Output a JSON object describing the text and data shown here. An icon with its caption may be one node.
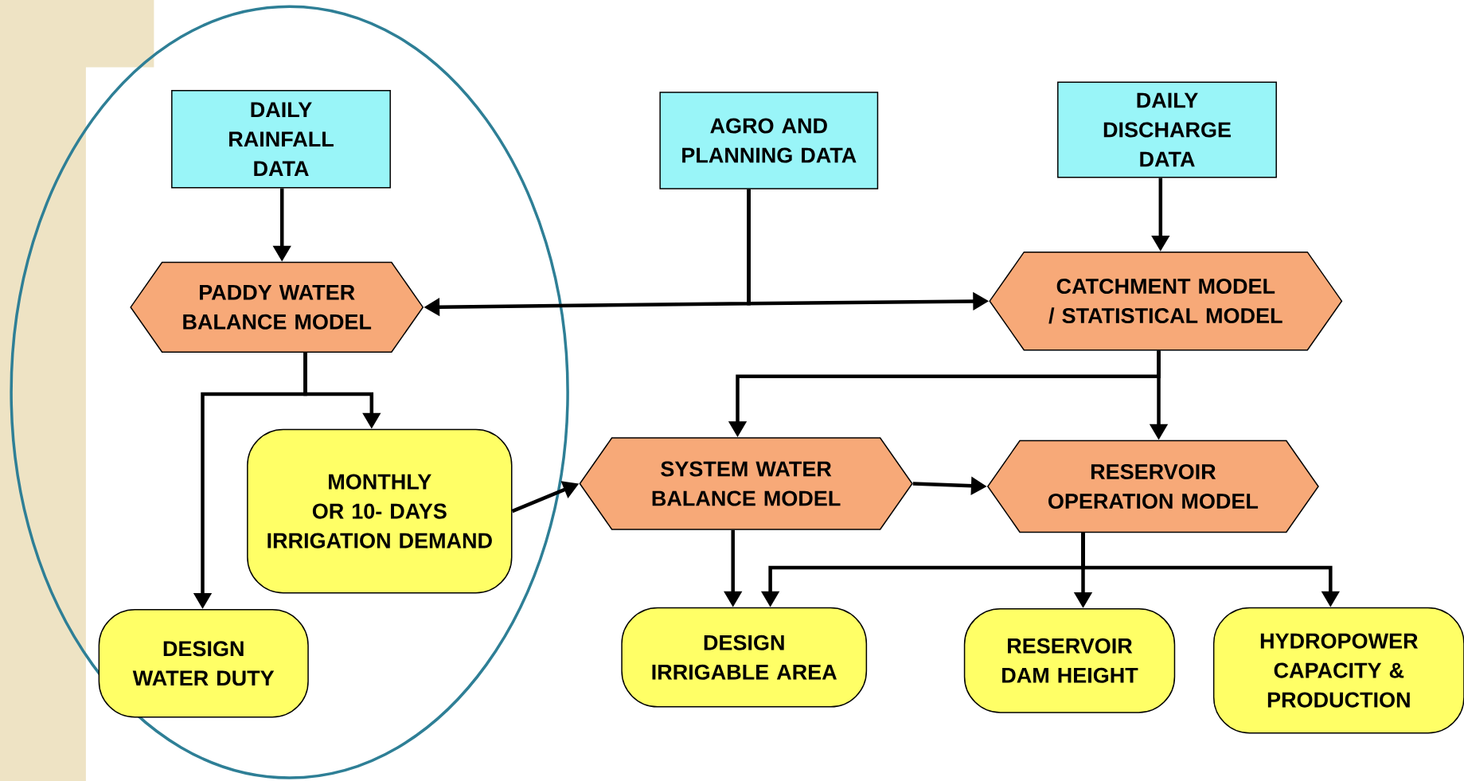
{
  "diagram": {
    "nodes": [
      {
        "text": [
          "DAILY RAINFALL DATA"
        ]
      },
      {
        "text": [
          "AGRO AND PLANNING DATA"
        ]
      },
      {
        "text": [
          "DAILY DISCHARGE DATA"
        ]
      },
      {
        "text": [
          "PADDY WATER BALANCE MODEL"
        ]
      },
      {
        "text": [
          "CATCHMENT MODEL / STATISTICAL MODEL"
        ]
      },
      {
        "text": [
          "MONTHLY OR 10- DAYS IRRIGATION DEMAND"
        ]
      },
      {
        "text": [
          "SYSTEM WATER BALANCE MODEL"
        ]
      },
      {
        "text": [
          "RESERVOIR OPERATION MODEL"
        ]
      },
      {
        "text": [
          "DESIGN WATER DUTY"
        ]
      },
      {
        "text": [
          "DESIGN IRRIGABLE AREA"
        ]
      },
      {
        "text": [
          "RESERVOIR DAM HEIGHT"
        ]
      },
      {
        "text": [
          "HYDROPOWER CAPACITY & PRODUCTION"
        ]
      }
    ],
    "edges": [
      {
        "from": 0,
        "to": 3,
        "arrow": "to"
      },
      {
        "from": 1,
        "to": 3,
        "arrow": "to"
      },
      {
        "from": 1,
        "to": 4,
        "arrow": "to"
      },
      {
        "from": 2,
        "to": 4,
        "arrow": "to"
      },
      {
        "from": 3,
        "to": 8,
        "arrow": "to"
      },
      {
        "from": 3,
        "to": 5,
        "arrow": "to"
      },
      {
        "from": 4,
        "to": 6,
        "arrow": "to"
      },
      {
        "from": 4,
        "to": 7,
        "arrow": "to"
      },
      {
        "from": 5,
        "to": 6,
        "arrow": "to"
      },
      {
        "from": 6,
        "to": 7,
        "arrow": "to"
      },
      {
        "from": 6,
        "to": 9,
        "arrow": "to"
      },
      {
        "from": 7,
        "to": 9,
        "arrow": "to"
      },
      {
        "from": 7,
        "to": 10,
        "arrow": "to"
      },
      {
        "from": 7,
        "to": 11,
        "arrow": "to"
      }
    ]
  }
}
